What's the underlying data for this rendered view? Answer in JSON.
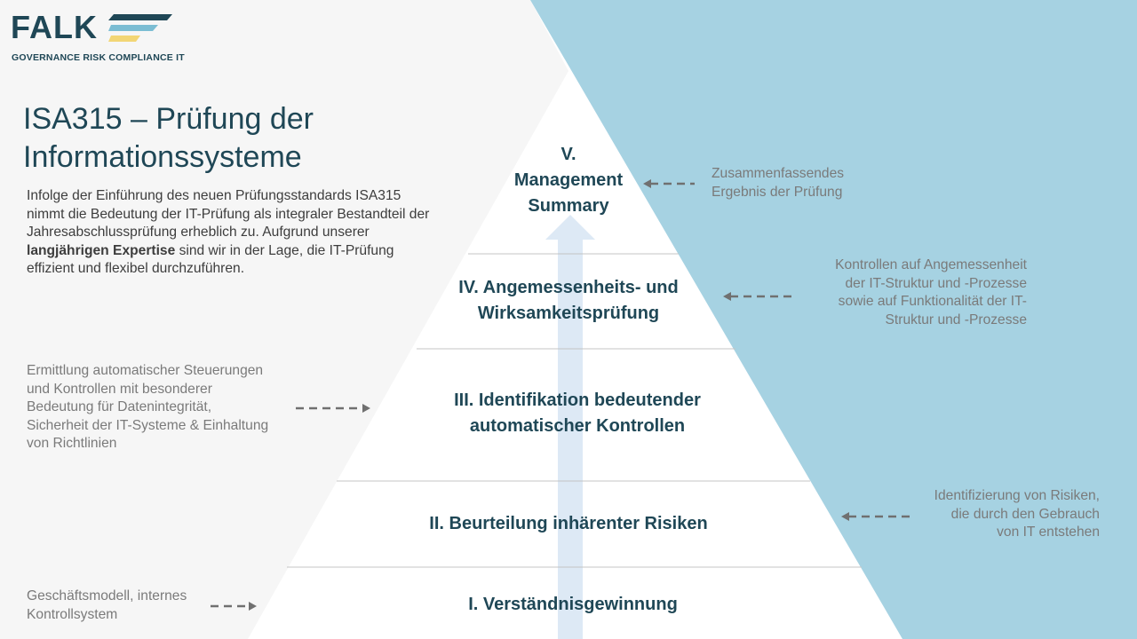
{
  "brand": {
    "name": "FALK",
    "tagline": "GOVERNANCE RISK COMPLIANCE IT",
    "colors": {
      "navy": "#1f4756",
      "teal": "#7bbdd3",
      "yellow": "#f2d675",
      "panel_blue": "#a6d2e2",
      "panel_grey": "#f6f6f6",
      "arrow_blue": "#dde9f5"
    }
  },
  "slide": {
    "title_line1": "ISA315 – Prüfung der",
    "title_line2": "Informationssysteme",
    "intro_before": "Infolge der Einführung des neuen Prüfungsstandards ISA315 nimmt die Bedeutung der IT-Prüfung als integraler Bestandteil der Jahresabschlussprüfung erheblich zu. Aufgrund unserer ",
    "intro_bold": "langjährigen Expertise",
    "intro_after": " sind wir in der Lage, die IT-Prüfung effizient und flexibel durchzuführen."
  },
  "pyramid": {
    "levels": [
      {
        "id": "v",
        "line1": "V.",
        "line2": "Management",
        "line3": "Summary"
      },
      {
        "id": "iv",
        "line1": "IV. Angemessenheits- und",
        "line2": "Wirksamkeitsprüfung"
      },
      {
        "id": "iii",
        "line1": "III. Identifikation bedeutender",
        "line2": "automatischer Kontrollen"
      },
      {
        "id": "ii",
        "line1": "II. Beurteilung inhärenter Risiken"
      },
      {
        "id": "i",
        "line1": "I. Verständnisgewinnung"
      }
    ]
  },
  "notes": {
    "v": [
      "Zusammenfassendes",
      "Ergebnis der Prüfung"
    ],
    "iv": [
      "Kontrollen auf Angemessenheit",
      "der IT-Struktur und -Prozesse",
      "sowie auf Funktionalität der IT-",
      "Struktur und -Prozesse"
    ],
    "iii": [
      "Ermittlung automatischer Steuerungen",
      "und Kontrollen mit besonderer",
      "Bedeutung für Datenintegrität,",
      "Sicherheit der IT-Systeme & Einhaltung",
      "von Richtlinien"
    ],
    "ii": [
      "Identifizierung von Risiken,",
      "die durch den Gebrauch",
      "von IT entstehen"
    ],
    "i": [
      "Geschäftsmodell, internes",
      "Kontrollsystem"
    ]
  }
}
